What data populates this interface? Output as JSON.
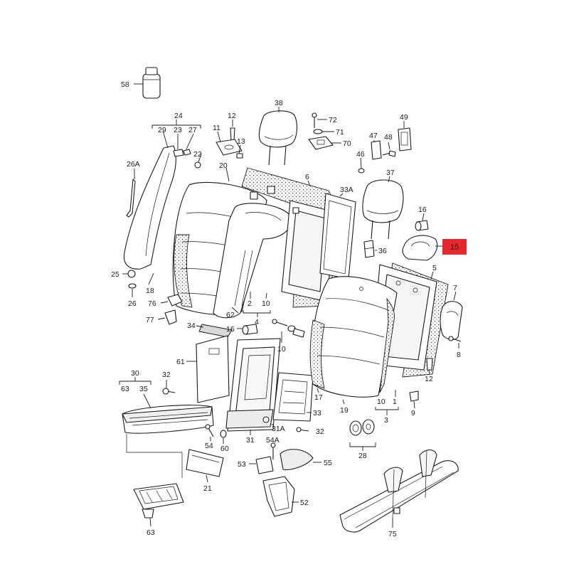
{
  "highlight_color": "#e8272c",
  "callouts": {
    "c58": "58",
    "c24": "24",
    "c29": "29",
    "c23": "23",
    "c27": "27",
    "c22": "22",
    "c26A": "26A",
    "c12a": "12",
    "c11": "11",
    "c13": "13",
    "c38": "38",
    "c72": "72",
    "c71": "71",
    "c70": "70",
    "c49": "49",
    "c47": "47",
    "c48": "48",
    "c46": "46",
    "c20": "20",
    "c6": "6",
    "c37": "37",
    "c33A": "33A",
    "c16a": "16",
    "c15": "15",
    "c36": "36",
    "c5": "5",
    "c7": "7",
    "c8": "8",
    "c25": "25",
    "c26": "26",
    "c18": "18",
    "c76": "76",
    "c77": "77",
    "c2": "2",
    "c10a": "10",
    "c4": "4",
    "c62": "62",
    "c34": "34",
    "c16b": "16",
    "c10b": "10",
    "c61": "61",
    "c30": "30",
    "c63a": "63",
    "c35": "35",
    "c32a": "32",
    "c12b": "12",
    "c17": "17",
    "c19": "19",
    "c10c": "10",
    "c1": "1",
    "c3": "3",
    "c9": "9",
    "c33": "33",
    "c31A": "31A",
    "c32b": "32",
    "c54": "54",
    "c60": "60",
    "c31": "31",
    "c54A": "54A",
    "c53": "53",
    "c55": "55",
    "c28": "28",
    "c21": "21",
    "c52": "52",
    "c63b": "63",
    "c75": "75"
  }
}
